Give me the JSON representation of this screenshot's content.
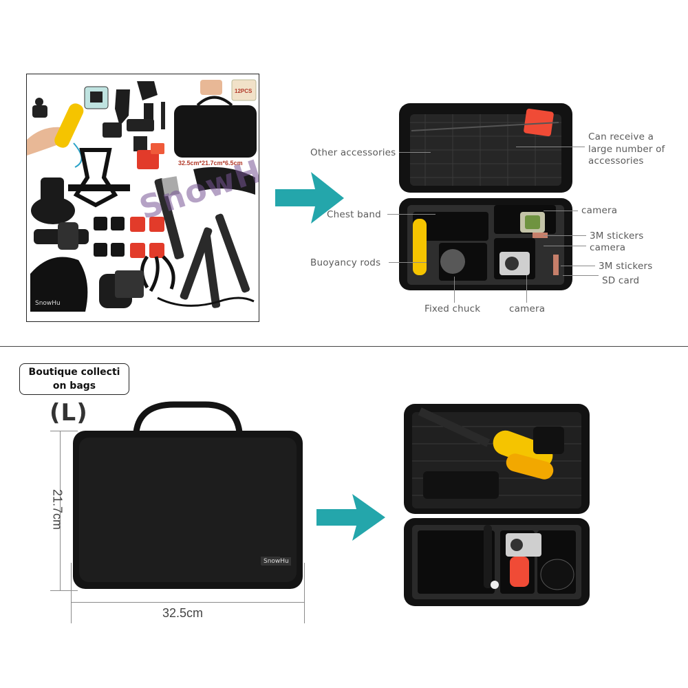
{
  "top_section": {
    "collage": {
      "watermark": "SnowHu",
      "dimensions": "32.5cm*21.7cm*6.5cm",
      "pieces": "12PCS",
      "pouch_brand": "SnowHu"
    },
    "callouts": {
      "other_accessories": "Other accessories",
      "can_receive": "Can receive a large number of accessories",
      "chest_band": "Chest band",
      "camera_1": "camera",
      "stickers_1": "3M stickers",
      "camera_2": "camera",
      "buoyancy_rods": "Buoyancy rods",
      "stickers_2": "3M stickers",
      "sd_card": "SD card",
      "fixed_chuck": "Fixed chuck",
      "camera_3": "camera"
    }
  },
  "bottom_section": {
    "badge": {
      "line1": "Boutique collecti",
      "line2": "on bags"
    },
    "size_mark": "(L)",
    "height": "21.7cm",
    "width": "32.5cm",
    "case_brand": "SnowHu"
  },
  "colors": {
    "arrow": "#24a6ab",
    "case": "#151515",
    "accent_yellow": "#f5c400",
    "accent_red": "#e84b2b"
  }
}
